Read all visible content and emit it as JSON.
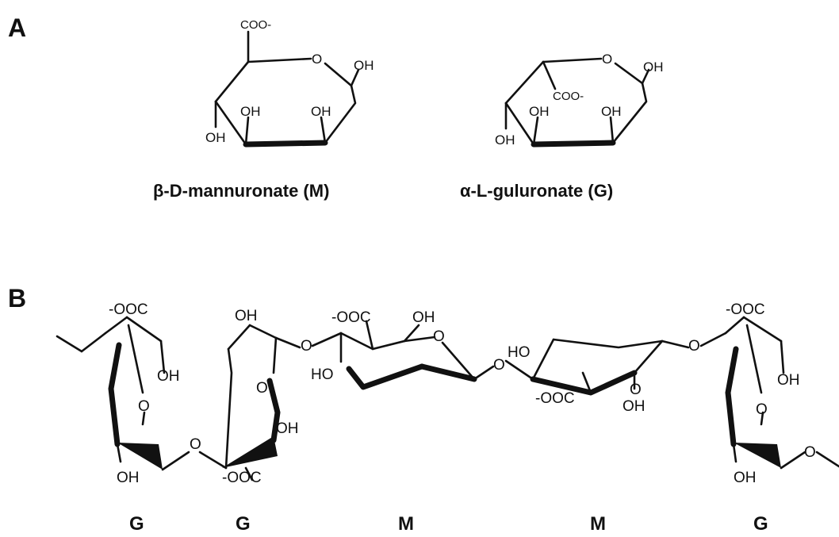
{
  "panels": {
    "a": "A",
    "b": "B"
  },
  "monomers": {
    "mannuronate": {
      "name": "β-D-mannuronate (M)",
      "atoms": {
        "carboxylate": "COO-",
        "ring_oxygen": "O",
        "oh_anomeric": "OH",
        "oh_left": "OH",
        "oh_mid1": "OH",
        "oh_mid2": "OH"
      }
    },
    "guluronate": {
      "name": "α-L-guluronate (G)",
      "atoms": {
        "carboxylate": "COO-",
        "ring_oxygen": "O",
        "oh_anomeric": "OH",
        "oh_left": "OH",
        "oh_mid1": "OH",
        "oh_mid2": "OH"
      }
    }
  },
  "chain": {
    "units": [
      "G",
      "G",
      "M",
      "M",
      "G"
    ],
    "atoms": {
      "g1_carboxylate": "-OOC",
      "g1_oh_top": "OH",
      "g1_ring_o": "O",
      "g1_oh_bottom": "OH",
      "g2_oh_top": "OH",
      "g2_ring_o": "O",
      "g2_oh_right": "OH",
      "g2_carboxylate": "-OOC",
      "m1_carboxylate": "-OOC",
      "m1_oh_top": "OH",
      "m1_ring_o": "O",
      "m1_ho_left": "HO",
      "m2_ho_left": "HO",
      "m2_carboxylate": "-OOC",
      "m2_ring_o": "O",
      "m2_oh_bottom": "OH",
      "g3_carboxylate": "-OOC",
      "g3_oh_right": "OH",
      "g3_ring_o": "O",
      "g3_oh_bottom": "OH",
      "link_o1": "O",
      "link_o2": "O",
      "link_o3": "O",
      "link_o4": "O",
      "link_o5": "O"
    }
  }
}
